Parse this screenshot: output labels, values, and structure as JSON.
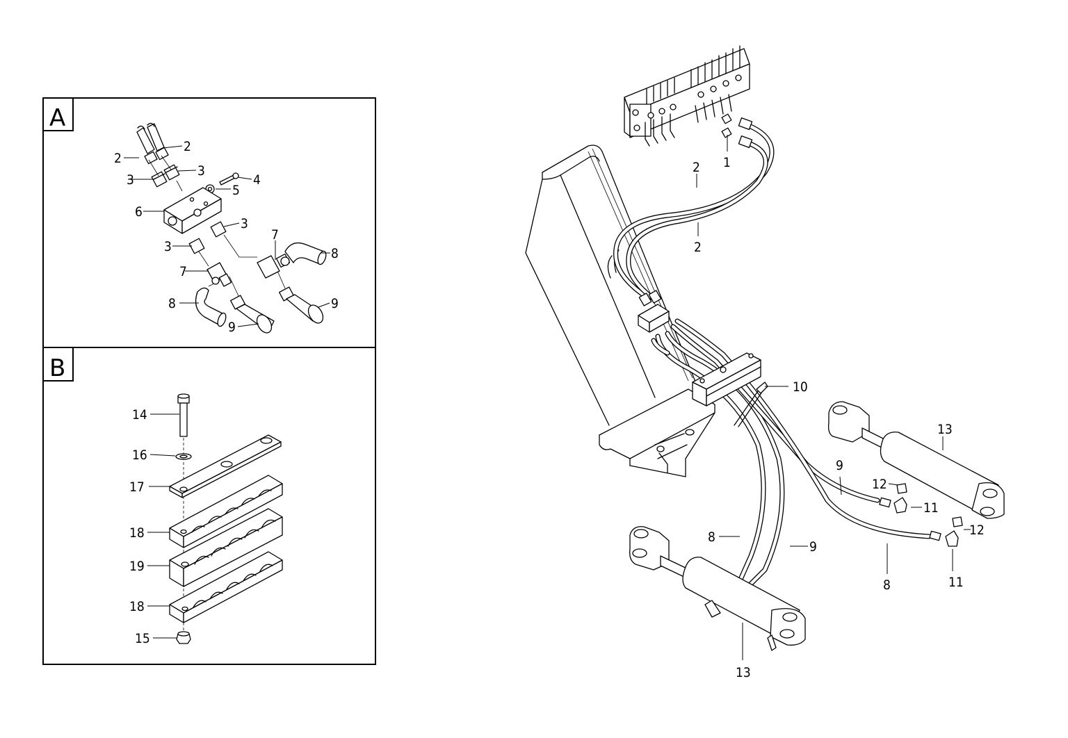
{
  "panels": {
    "a": {
      "letter": "A"
    },
    "b": {
      "letter": "B"
    }
  },
  "callouts": {
    "a_2_left": "2",
    "a_2_right": "2",
    "a_3_left": "3",
    "a_3_right": "3",
    "a_3_mid": "3",
    "a_3_low": "3",
    "a_4": "4",
    "a_5": "5",
    "a_6": "6",
    "a_7_left": "7",
    "a_7_right": "7",
    "a_8_left": "8",
    "a_8_right": "8",
    "a_9_right": "9",
    "a_9_low": "9",
    "b_14": "14",
    "b_16": "16",
    "b_17": "17",
    "b_18_top": "18",
    "b_19": "19",
    "b_18_bottom": "18",
    "b_15": "15",
    "m_1": "1",
    "m_2_upper": "2",
    "m_2_lower": "2",
    "m_10": "10",
    "m_13_upper": "13",
    "m_9_right": "9",
    "m_12_upper": "12",
    "m_11_upper": "11",
    "m_12_lower": "12",
    "m_8_right": "8",
    "m_11_lower": "11",
    "m_8_left": "8",
    "m_9_left": "9",
    "m_13_lower": "13"
  }
}
